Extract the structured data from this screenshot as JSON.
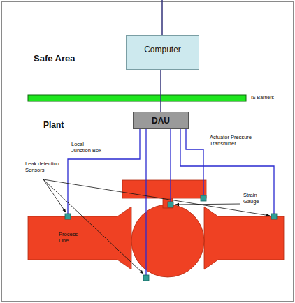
{
  "diagram": {
    "nodes": [
      {
        "text": [
          "Computer"
        ]
      },
      {
        "text": [
          "DAU"
        ]
      }
    ],
    "edges": [
      {
        "from": 0,
        "to": 1,
        "arrow": "none"
      }
    ],
    "labels": [
      "Safe Area",
      "IS Barriers",
      "Plant",
      "Local Junction Box",
      "Actuator Pressure Transmitter",
      "Leak detection Sensors",
      "Strain Gauge",
      "Process Line"
    ]
  }
}
